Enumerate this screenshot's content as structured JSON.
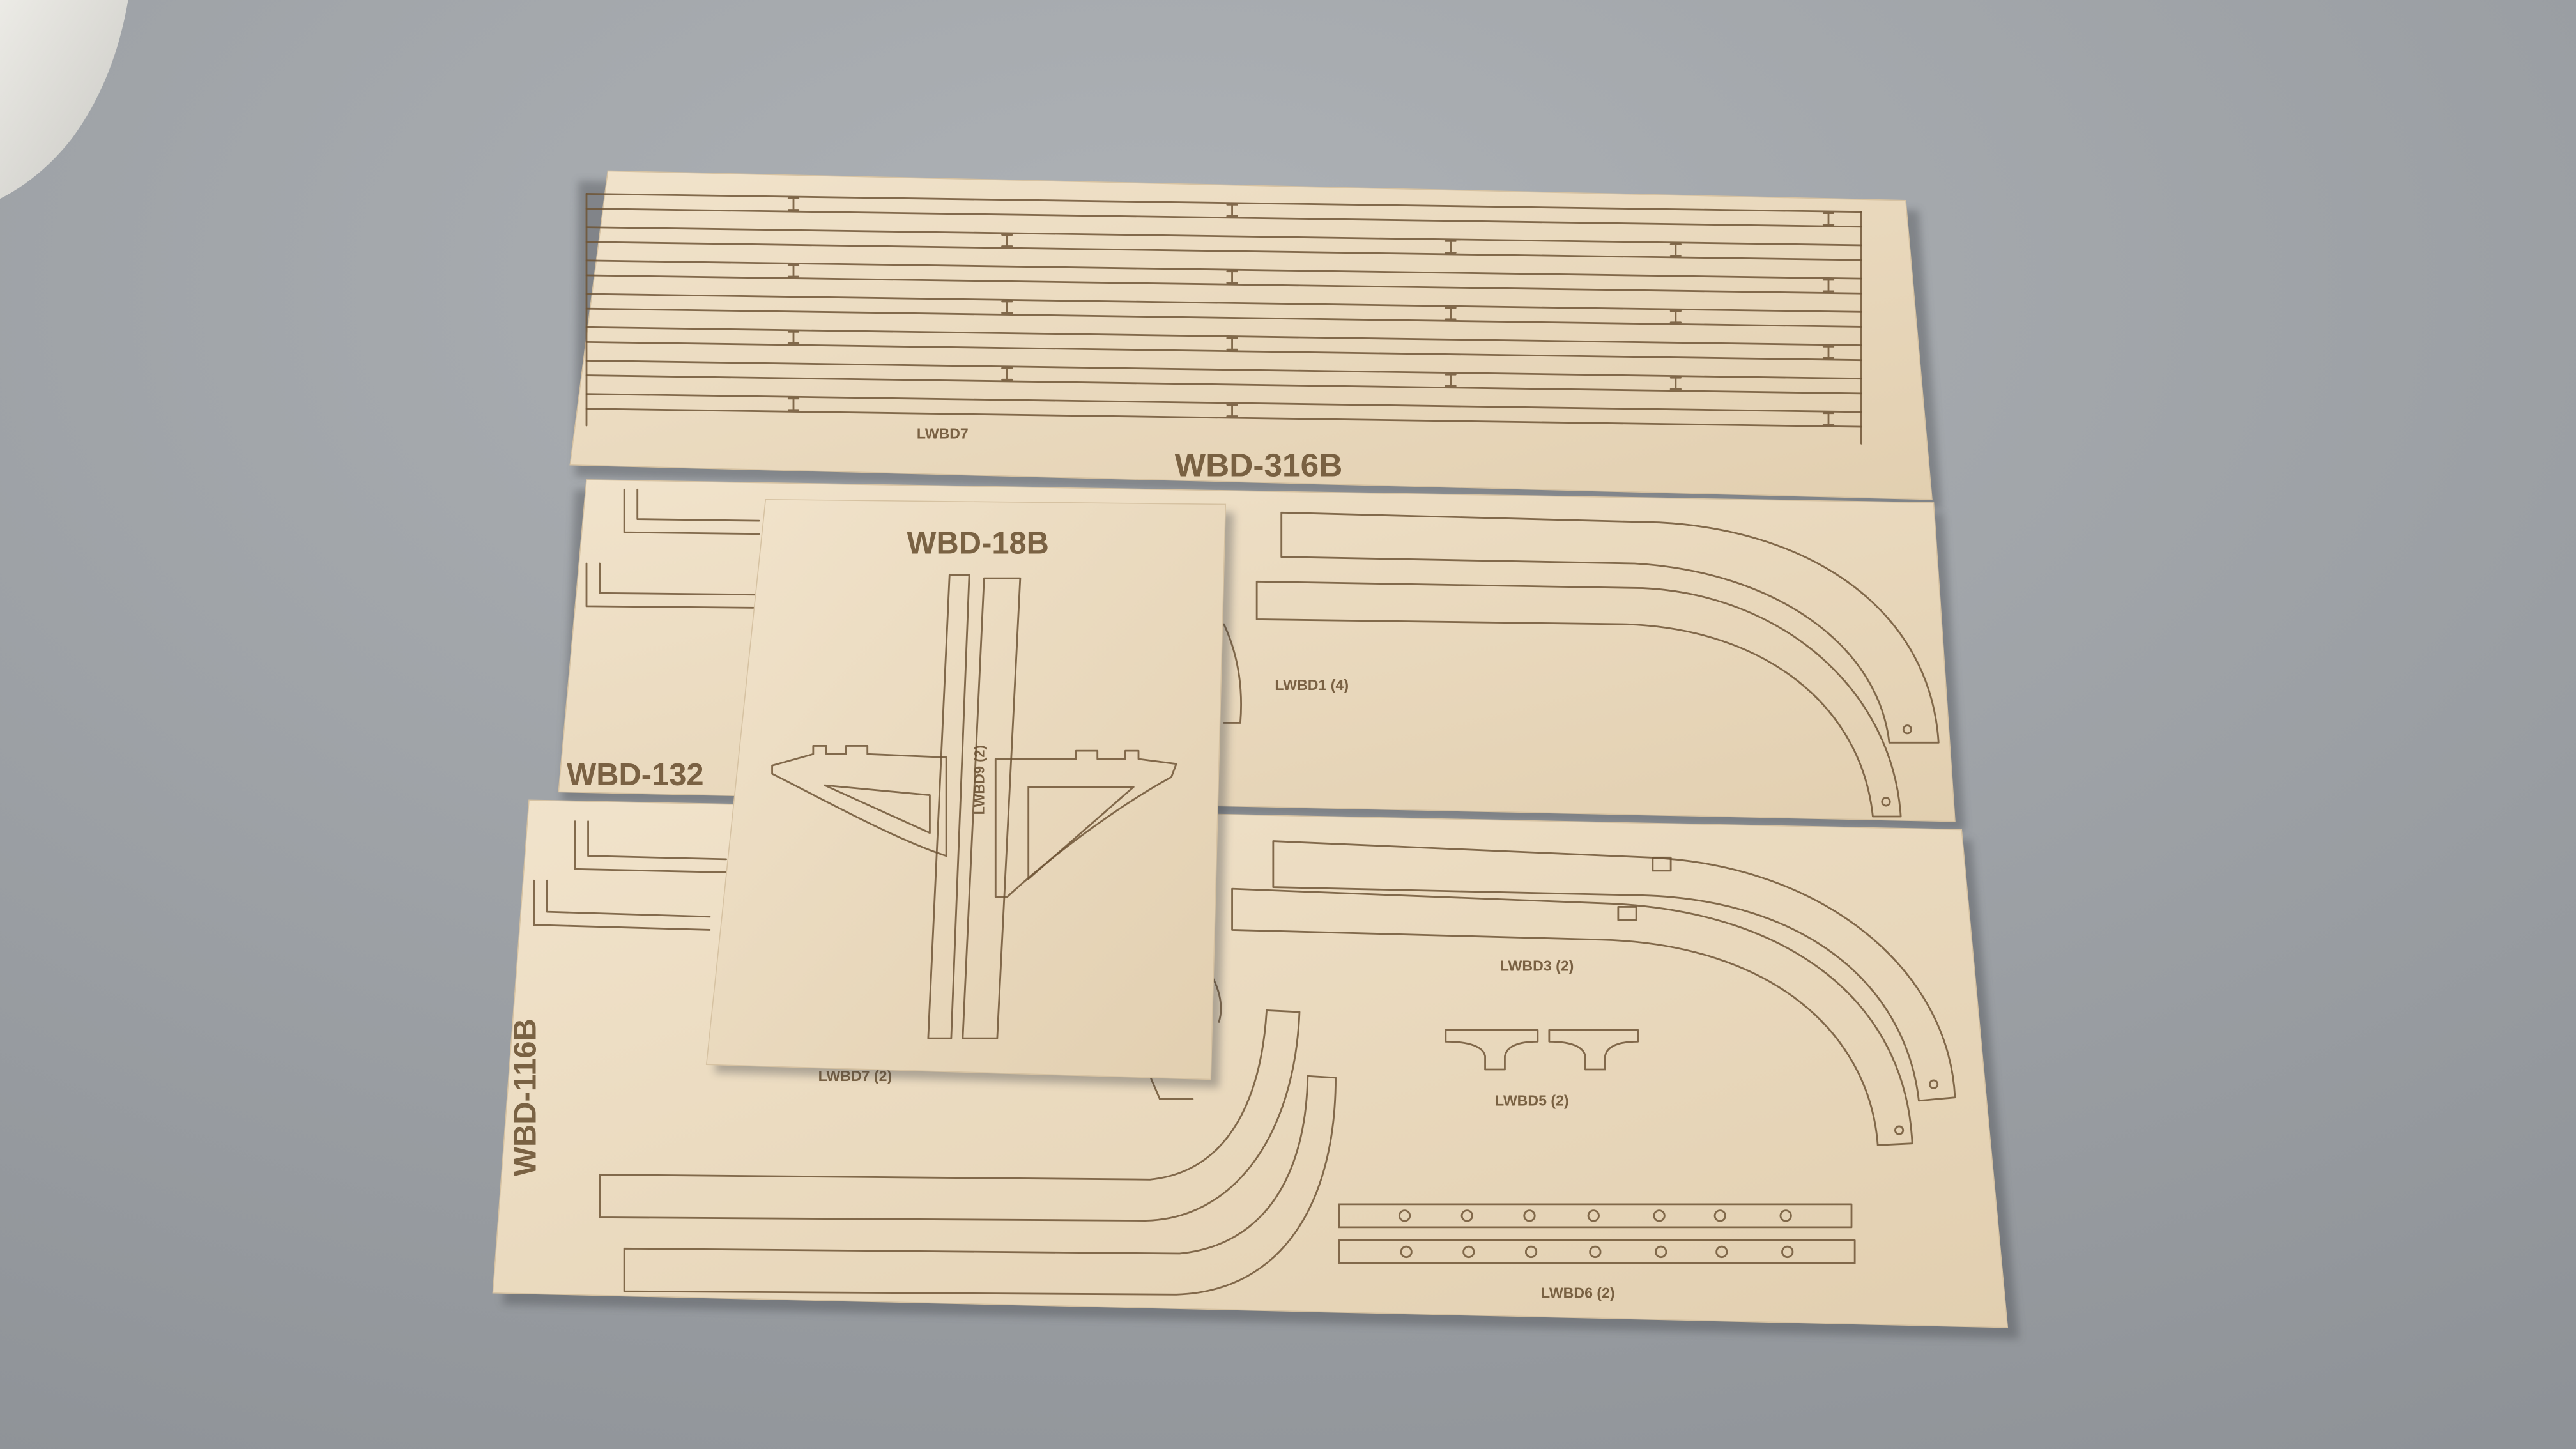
{
  "sheets": {
    "top": {
      "label": "WBD-316B",
      "part_label": "LWBD7"
    },
    "middle": {
      "label": "WBD-132",
      "part_label": "LWBD1 (4)"
    },
    "bottom": {
      "label": "WBD-116B",
      "part_labels": {
        "curved_rail": "LWBD3 (2)",
        "tee": "LWBD5 (2)",
        "bar": "LWBD6 (2)",
        "lower_left": "LWBD7 (2)"
      }
    },
    "front": {
      "label": "WBD-18B",
      "part_label": "LWBD9 (2)"
    }
  },
  "colors": {
    "surface_light": "#aeb2b6",
    "surface_dark": "#8e9297",
    "wood_light": "#f1e3cb",
    "wood_dark": "#e2cfb0",
    "engraving": "#6e5536",
    "cloth": "#ecebe6"
  }
}
